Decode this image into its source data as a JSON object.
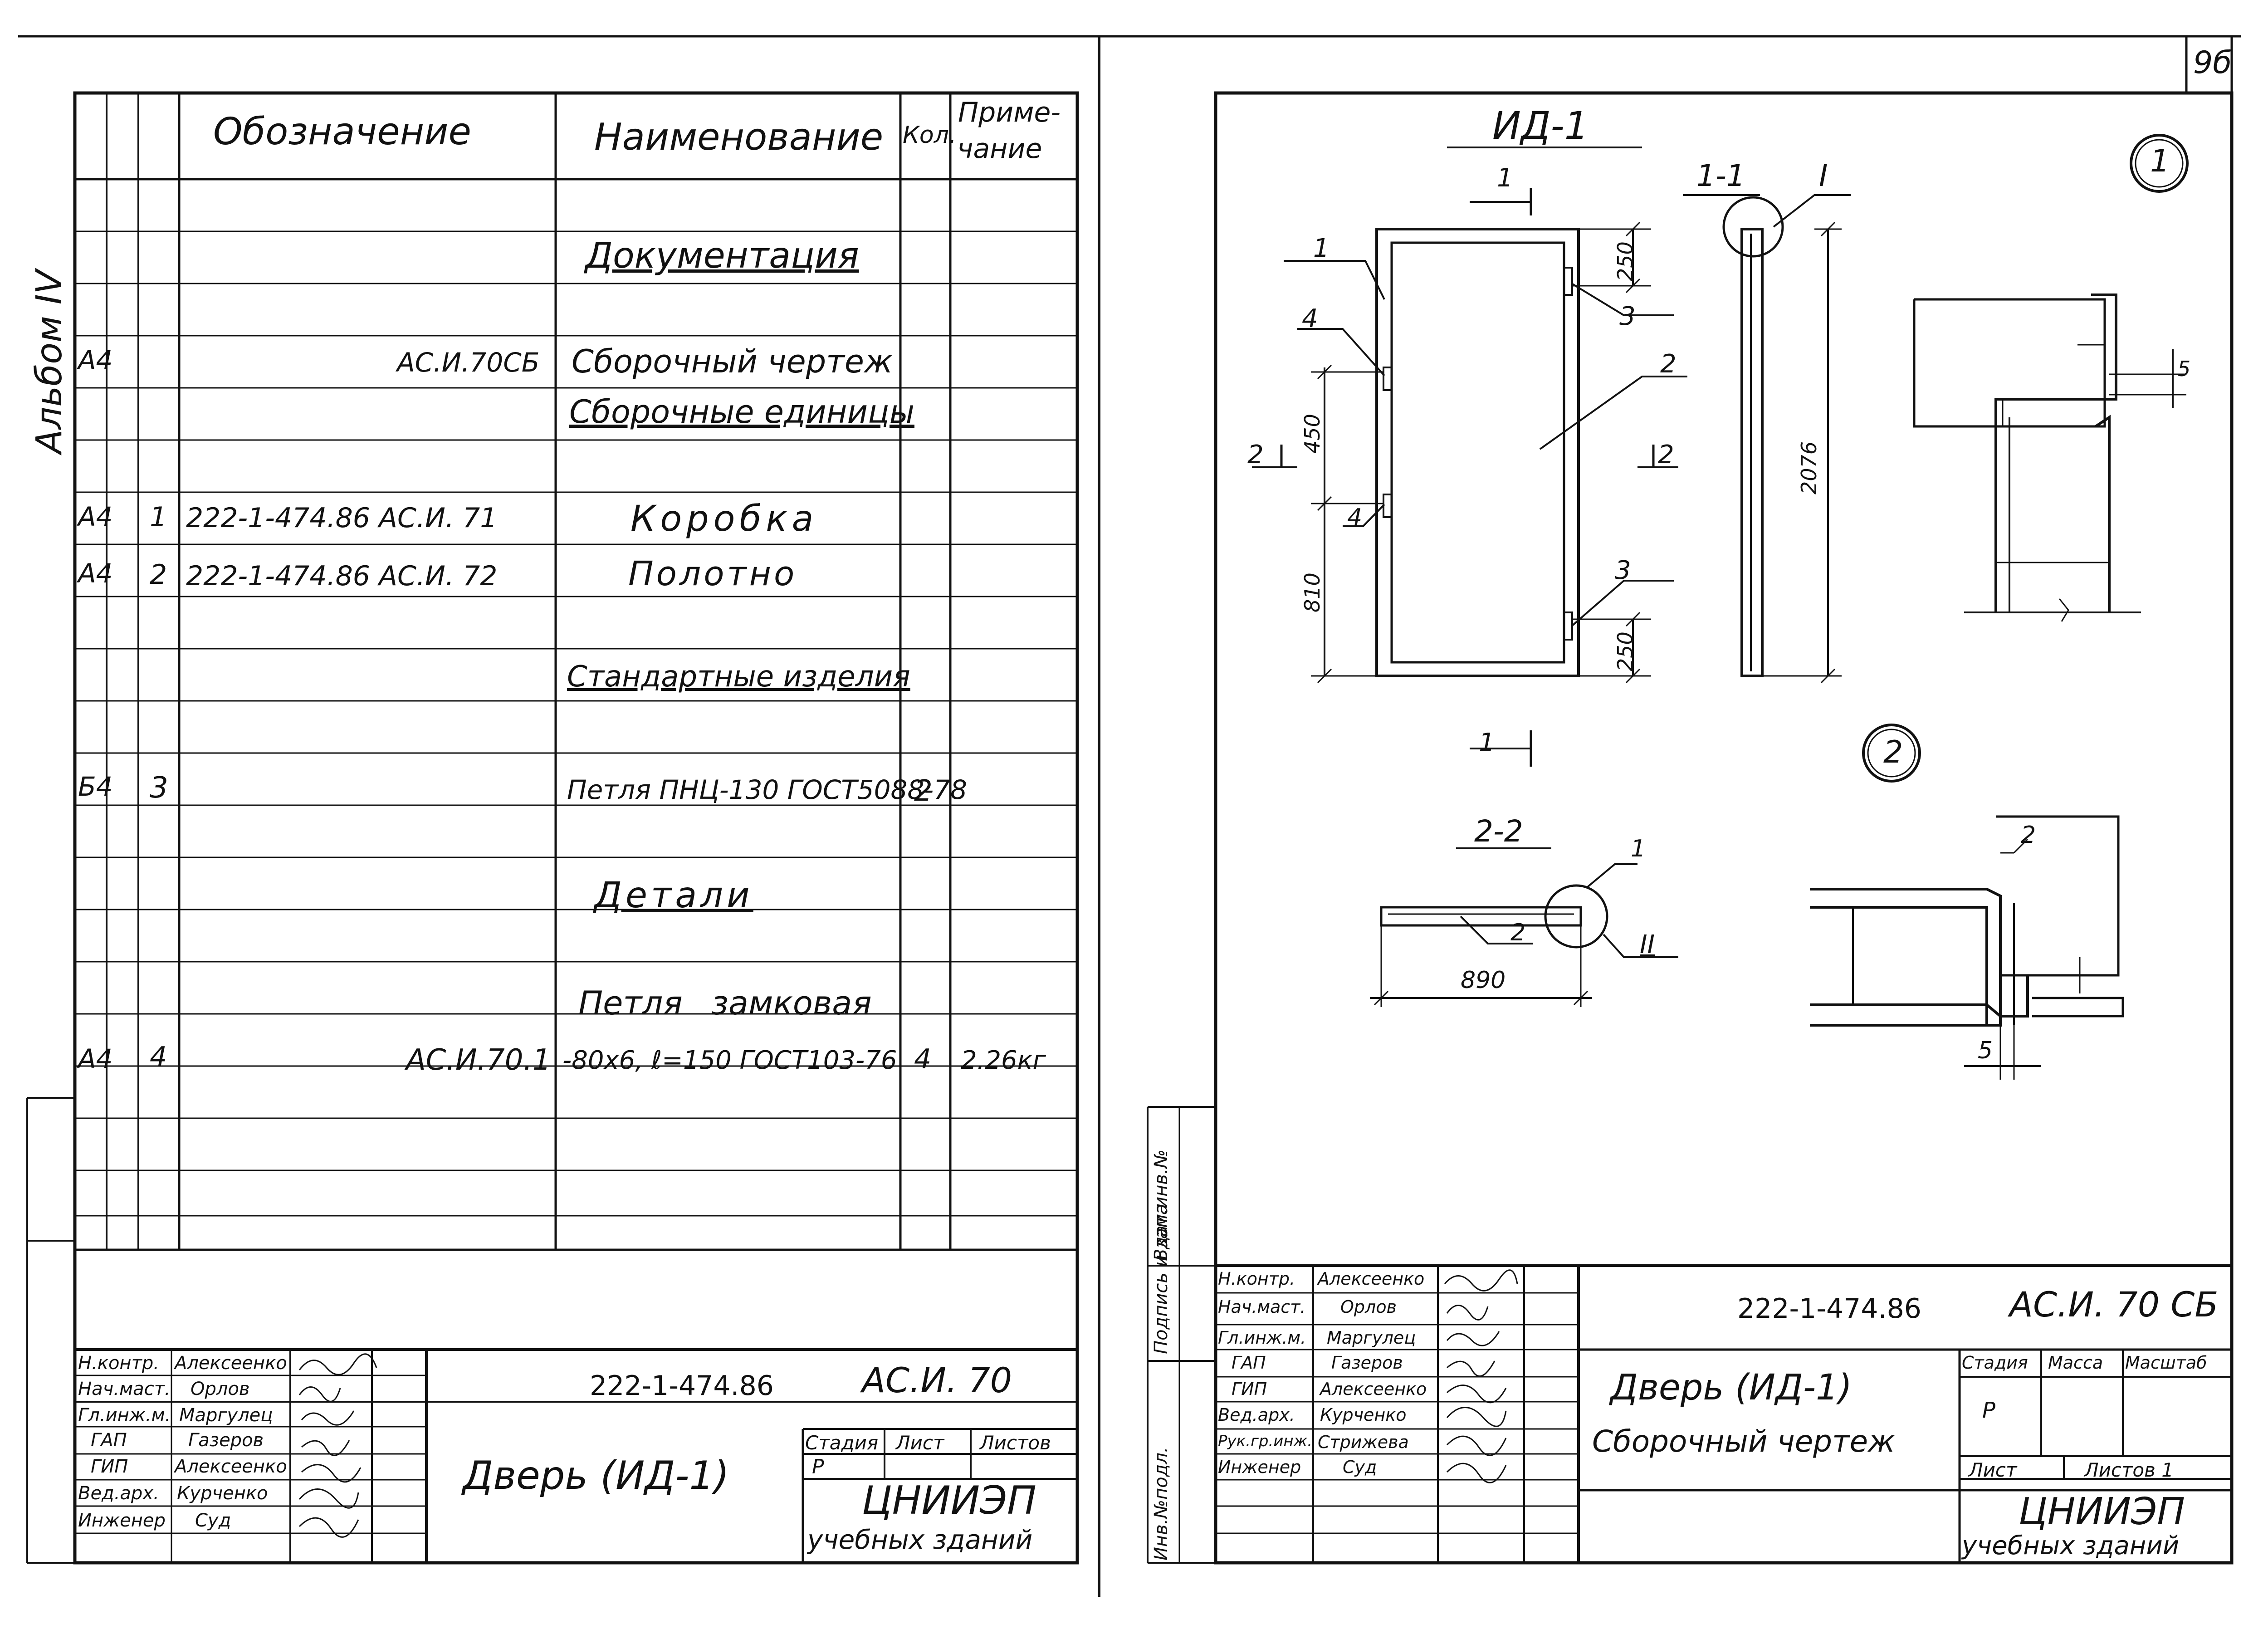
{
  "page_number": "9б",
  "album_label": "Альбом IV",
  "spec": {
    "headers": {
      "designation": "Обозначение",
      "name": "Наименование",
      "qty": "Кол.",
      "note_line1": "Приме-",
      "note_line2": "чание"
    },
    "rows": [
      {
        "format": "",
        "pos": "",
        "designation": "",
        "name": "Документация",
        "qty": "",
        "note": ""
      },
      {
        "format": "А4",
        "pos": "",
        "designation": "АС.И.70СБ",
        "name": "Сборочный чертеж",
        "qty": "",
        "note": ""
      },
      {
        "format": "",
        "pos": "",
        "designation": "",
        "name": "Сборочные единицы",
        "qty": "",
        "note": ""
      },
      {
        "format": "А4",
        "pos": "1",
        "designation": "222-1-474.86 АС.И. 71",
        "name": "Коробка",
        "qty": "",
        "note": ""
      },
      {
        "format": "А4",
        "pos": "2",
        "designation": "222-1-474.86 АС.И. 72",
        "name": "Полотно",
        "qty": "",
        "note": ""
      },
      {
        "format": "",
        "pos": "",
        "designation": "",
        "name": "Стандартные изделия",
        "qty": "",
        "note": ""
      },
      {
        "format": "Б4",
        "pos": "3",
        "designation": "",
        "name": "Петля ПНЦ-130 ГОСТ5088-78",
        "qty": "2",
        "note": ""
      },
      {
        "format": "",
        "pos": "",
        "designation": "",
        "name": "Детали",
        "qty": "",
        "note": ""
      },
      {
        "format": "",
        "pos": "",
        "designation": "",
        "name": "Петля замковая",
        "qty": "",
        "note": ""
      },
      {
        "format": "А4",
        "pos": "4",
        "designation": "АС.И.70.1",
        "name": "-80х6, ℓ=150 ГОСТ103-76",
        "qty": "4",
        "note": "2.26кг"
      }
    ]
  },
  "left_title_block": {
    "code": "222-1-474.86",
    "doc": "АС.И. 70",
    "title": "Дверь (ИД-1)",
    "stage_label": "Стадия",
    "sheet_label": "Лист",
    "sheets_label": "Листов",
    "stage_value": "Р",
    "org_line1": "ЦНИИЭП",
    "org_line2": "учебных зданий",
    "signatures": [
      {
        "role": "Н.контр.",
        "name": "Алексеенко"
      },
      {
        "role": "Нач.маст.",
        "name": "Орлов"
      },
      {
        "role": "Гл.инж.м.",
        "name": "Маргулец"
      },
      {
        "role": "ГАП",
        "name": "Газеров"
      },
      {
        "role": "ГИП",
        "name": "Алексеенко"
      },
      {
        "role": "Вед.арх.",
        "name": "Курченко"
      },
      {
        "role": "Инженер",
        "name": "Суд"
      }
    ]
  },
  "right_title_block": {
    "code": "222-1-474.86",
    "doc": "АС.И. 70 СБ",
    "title": "Дверь (ИД-1)",
    "subtitle": "Сборочный чертеж",
    "stage_label": "Стадия",
    "mass_label": "Масса",
    "scale_label": "Масштаб",
    "stage_value": "Р",
    "sheet_label": "Лист",
    "sheets_label": "Листов 1",
    "org_line1": "ЦНИИЭП",
    "org_line2": "учебных зданий",
    "signatures": [
      {
        "role": "Н.контр.",
        "name": "Алексеенко"
      },
      {
        "role": "Нач.маст.",
        "name": "Орлов"
      },
      {
        "role": "Гл.инж.м.",
        "name": "Маргулец"
      },
      {
        "role": "ГАП",
        "name": "Газеров"
      },
      {
        "role": "ГИП",
        "name": "Алексеенко"
      },
      {
        "role": "Вед.арх.",
        "name": "Курченко"
      },
      {
        "role": "Рук.гр.инж.",
        "name": "Стрижева"
      },
      {
        "role": "Инженер",
        "name": "Суд"
      }
    ]
  },
  "side_stamp": {
    "inv_podl": "Инв.№подл.",
    "podpis_data": "Подпись и дата",
    "vzam_inv": "Взам.инв.№"
  },
  "drawing": {
    "title": "ИД-1",
    "section_1_1": "1-1",
    "section_2_2": "2-2",
    "node_I": "I",
    "node_II": "II",
    "circle_1": "1",
    "circle_2": "2",
    "cut_1": "1",
    "cut_2": "2",
    "callouts": [
      "1",
      "2",
      "3",
      "4"
    ],
    "dims": {
      "d250": "250",
      "d450": "450",
      "d810": "810",
      "d2076": "2076",
      "d890": "890",
      "d5": "5"
    }
  }
}
